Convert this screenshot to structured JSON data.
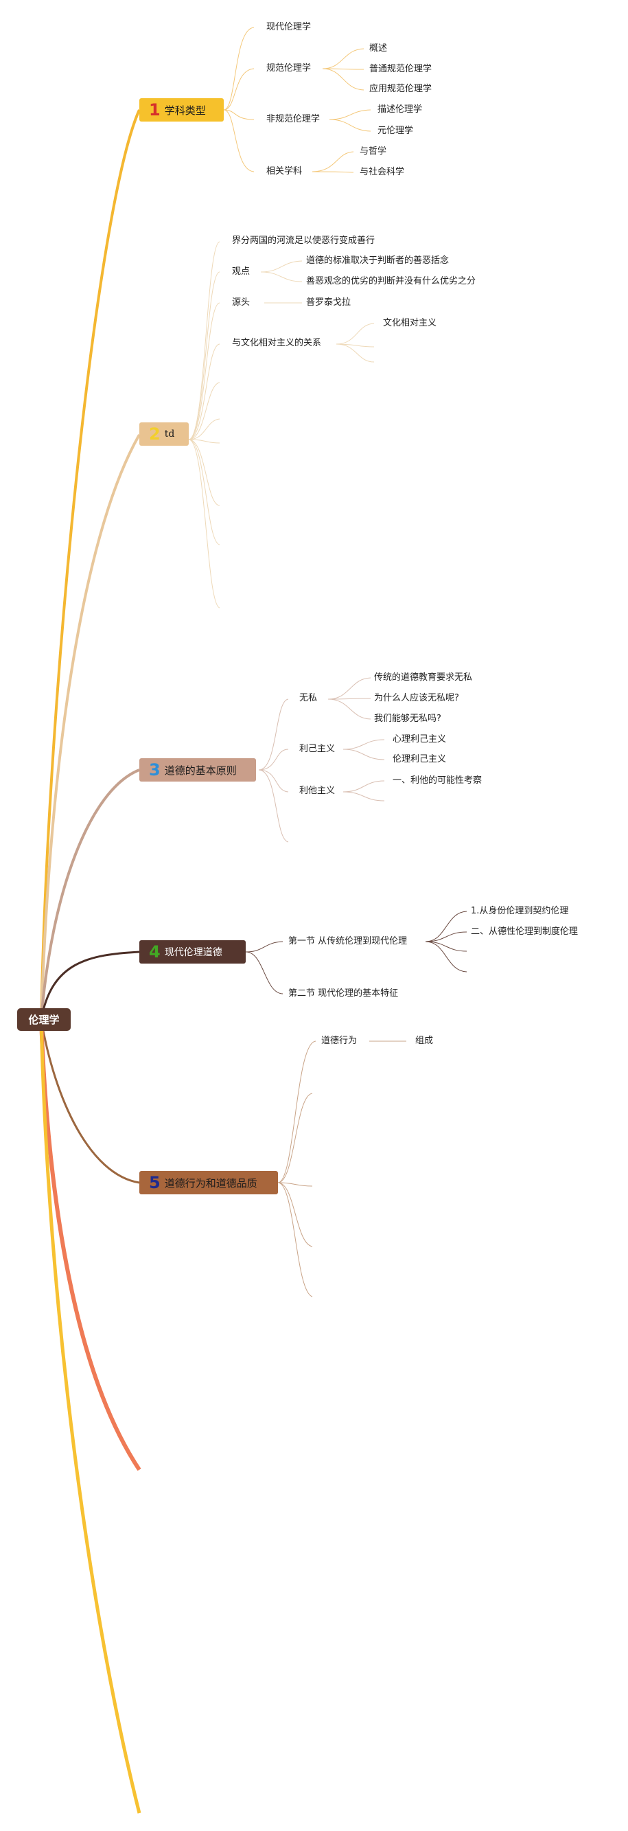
{
  "root": {
    "label": "伦理学",
    "color": "#5b3a2e"
  },
  "topics": [
    {
      "num": "1",
      "label": "学科类型",
      "bg": "#f6c12c",
      "num_color": "#d6302b",
      "line": "#f4b731",
      "children": [
        {
          "label": "现代伦理学"
        },
        {
          "label": "规范伦理学",
          "children": [
            "概述",
            "普通规范伦理学",
            "应用规范伦理学"
          ]
        },
        {
          "label": "非规范伦理学",
          "children": [
            "描述伦理学",
            "元伦理学"
          ]
        },
        {
          "label": "相关学科",
          "children": [
            "与哲学",
            "与社会科学"
          ]
        }
      ]
    },
    {
      "num": "2",
      "label": "td",
      "bg": "#e9c391",
      "num_color": "#f2cf2d",
      "line": "#e8c79b",
      "children": [
        {
          "label": "界分两国的河流足以使恶行变成善行"
        },
        {
          "label": "观点",
          "children": [
            "道德的标准取决于判断者的善恶括念",
            "善恶观念的优劣的判断并没有什么优劣之分"
          ]
        },
        {
          "label": "源头",
          "children": [
            "普罗泰戈拉"
          ]
        },
        {
          "label": "与文化相对主义的关系",
          "children": [
            "文化相对主义"
          ]
        }
      ]
    },
    {
      "num": "3",
      "label": "道德的基本原则",
      "bg": "#c99e8a",
      "num_color": "#2e8fd8",
      "line": "#c5a18e",
      "children": [
        {
          "label": "无私",
          "children": [
            "传统的道德教育要求无私",
            "为什么人应该无私呢?",
            "我们能够无私吗?"
          ]
        },
        {
          "label": "利己主义",
          "children": [
            "心理利己主义",
            "伦理利己主义"
          ]
        },
        {
          "label": "利他主义",
          "children": [
            "一、利他的可能性考察"
          ]
        }
      ]
    },
    {
      "num": "4",
      "label": "现代伦理道德",
      "bg": "#55362e",
      "num_color": "#43a824",
      "line": "#4b2e26",
      "text_color": "#ffffff",
      "children": [
        {
          "label": "第一节 从传统伦理到现代伦理",
          "children": [
            "1.从身份伦理到契约伦理",
            "二、从德性伦理到制度伦理"
          ]
        },
        {
          "label": "第二节 现代伦理的基本特征"
        }
      ]
    },
    {
      "num": "5",
      "label": "道德行为和道德品质",
      "bg": "#a8663c",
      "num_color": "#1f2b8e",
      "line": "#9c673f",
      "children": [
        {
          "label": "道德行为",
          "children": [
            "组成"
          ]
        }
      ]
    }
  ],
  "extra_branch_colors": [
    "#ef7a55",
    "#f7c132"
  ]
}
